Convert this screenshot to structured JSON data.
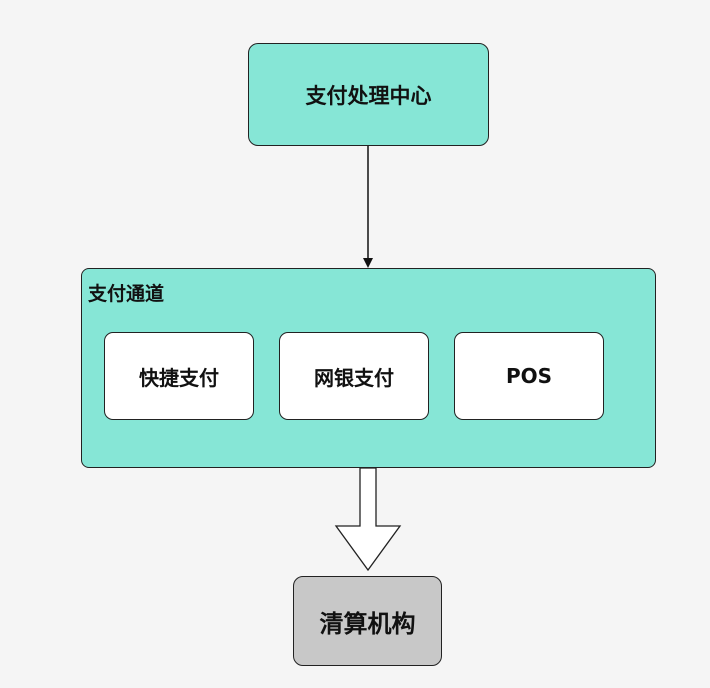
{
  "diagram": {
    "center_node": "支付处理中心",
    "channel_group": {
      "label": "支付通道",
      "items": [
        "快捷支付",
        "网银支付",
        "POS"
      ]
    },
    "clearing_node": "清算机构"
  }
}
